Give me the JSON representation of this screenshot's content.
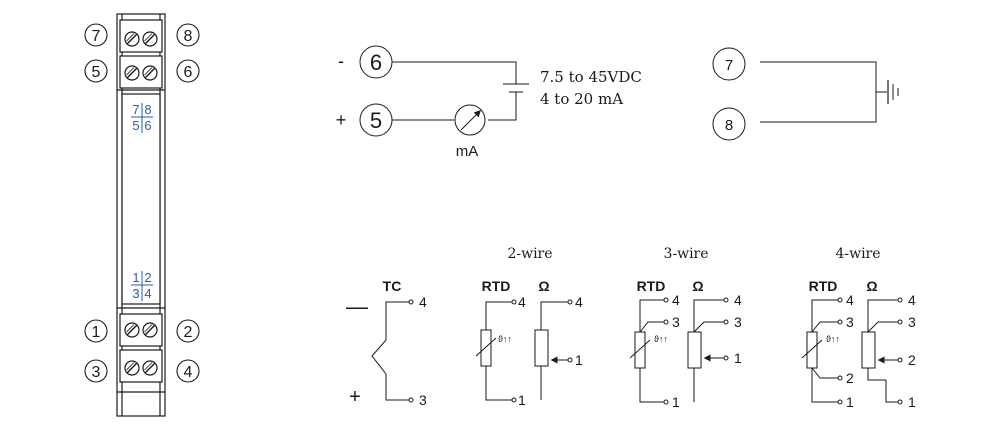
{
  "module": {
    "top_terminals": [
      {
        "left": "7",
        "right": "8"
      },
      {
        "left": "5",
        "right": "6"
      }
    ],
    "bottom_terminals": [
      {
        "left": "1",
        "right": "2"
      },
      {
        "left": "3",
        "right": "4"
      }
    ],
    "label_top": {
      "a": "7",
      "b": "8",
      "c": "5",
      "d": "6"
    },
    "label_bottom": {
      "a": "1",
      "b": "2",
      "c": "3",
      "d": "4"
    },
    "colors": {
      "label_blue": "#2a5db0",
      "line": "#1a1a1a"
    }
  },
  "power": {
    "minus_sign": "-",
    "plus_sign": "+",
    "terminal_minus": "6",
    "terminal_plus": "5",
    "supply_line1": "7.5 to 45VDC",
    "supply_line2": "4 to 20 mA",
    "meter_label": "mA"
  },
  "ground": {
    "terminal_a": "7",
    "terminal_b": "8"
  },
  "inputs": {
    "tc": {
      "title": "TC",
      "minus_sign": "—",
      "plus_sign": "+",
      "pin_top": "4",
      "pin_bottom": "3"
    },
    "two_wire": {
      "heading": "2-wire",
      "rtd_label": "RTD",
      "ohm_label": "Ω",
      "rtd_pins": [
        "4",
        "1"
      ],
      "ohm_pins": [
        "4",
        "1"
      ],
      "theta_symbol": "ϑ↑↑"
    },
    "three_wire": {
      "heading": "3-wire",
      "rtd_label": "RTD",
      "ohm_label": "Ω",
      "rtd_pins": [
        "4",
        "3",
        "1"
      ],
      "ohm_pins": [
        "4",
        "3",
        "1"
      ],
      "theta_symbol": "ϑ↑↑"
    },
    "four_wire": {
      "heading": "4-wire",
      "rtd_label": "RTD",
      "ohm_label": "Ω",
      "rtd_pins": [
        "4",
        "3",
        "2",
        "1"
      ],
      "ohm_pins": [
        "4",
        "3",
        "2",
        "1"
      ],
      "theta_symbol": "ϑ↑↑"
    }
  }
}
